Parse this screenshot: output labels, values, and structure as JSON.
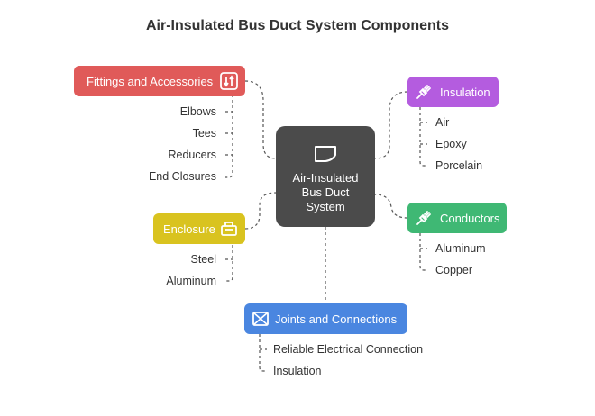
{
  "title": "Air-Insulated Bus Duct System Components",
  "center": {
    "lines": [
      "Air-Insulated",
      "Bus Duct",
      "System"
    ],
    "icon": "document-icon"
  },
  "nodes": {
    "fittings": {
      "label": "Fittings and Accessories",
      "color": "#e05a59",
      "icon": "fittings-icon",
      "items": [
        "Elbows",
        "Tees",
        "Reducers",
        "End Closures"
      ]
    },
    "enclosure": {
      "label": "Enclosure",
      "color": "#d9c31f",
      "icon": "enclosure-icon",
      "items": [
        "Steel",
        "Aluminum"
      ]
    },
    "insulation": {
      "label": "Insulation",
      "color": "#b45cdf",
      "icon": "plug-icon",
      "items": [
        "Air",
        "Epoxy",
        "Porcelain"
      ]
    },
    "conductors": {
      "label": "Conductors",
      "color": "#3fb874",
      "icon": "plug-icon",
      "items": [
        "Aluminum",
        "Copper"
      ]
    },
    "joints": {
      "label": "Joints and Connections",
      "color": "#4a86e0",
      "icon": "joints-icon",
      "items": [
        "Reliable Electrical Connection",
        "Insulation"
      ]
    }
  }
}
